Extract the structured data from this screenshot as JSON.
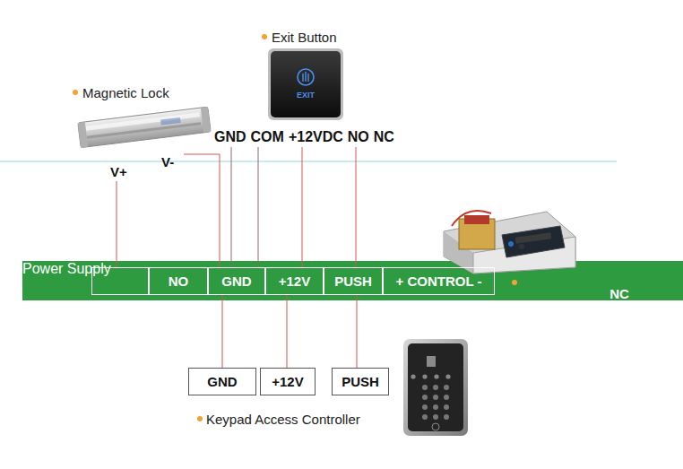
{
  "diagram": {
    "nodes": [
      {
        "text": [
          "Power Supply"
        ]
      },
      {
        "text": [
          "NC"
        ],
        "in": 0
      },
      {
        "text": [
          "NO"
        ],
        "in": 0
      },
      {
        "text": [
          "GND"
        ],
        "in": 0
      },
      {
        "text": [
          "+12V"
        ],
        "in": 0
      },
      {
        "text": [
          "PUSH"
        ],
        "in": 0
      },
      {
        "text": [
          "+ CONTROL -"
        ],
        "in": 0
      },
      {
        "text": [
          "GND"
        ]
      },
      {
        "text": [
          "+12V"
        ]
      },
      {
        "text": [
          "PUSH"
        ]
      }
    ],
    "edges": [
      {
        "from": 3,
        "to": 7,
        "arrow": "none"
      },
      {
        "from": 4,
        "to": 8,
        "arrow": "none"
      },
      {
        "from": 5,
        "to": 9,
        "arrow": "none"
      }
    ],
    "labels": [
      "Exit Button",
      "Magnetic Lock",
      "GND",
      "COM",
      "+12VDC",
      "NO",
      "NC",
      "V+",
      "V-",
      "EXIT",
      "Keypad Access Controller"
    ]
  }
}
